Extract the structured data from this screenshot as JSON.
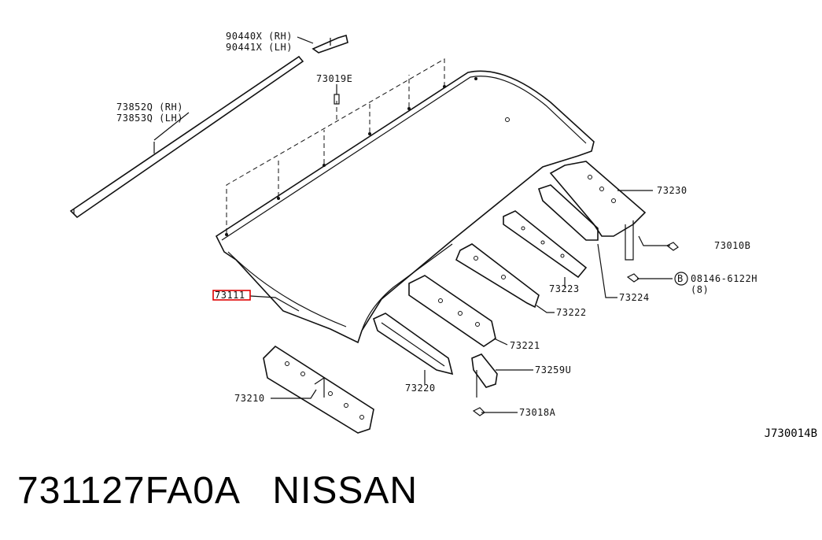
{
  "labels": {
    "p90440x": "90440X (RH)",
    "p90441x": "90441X (LH)",
    "p73019e": "73019E",
    "p73852q": "73852Q (RH)",
    "p73853q": "73853Q (LH)",
    "p73111": "73111",
    "p73230": "73230",
    "p73010b": "73010B",
    "p08146_circle": "B",
    "p08146": "08146-6122H",
    "p08146_qty": "(8)",
    "p73223": "73223",
    "p73224": "73224",
    "p73222": "73222",
    "p73221": "73221",
    "p73259u": "73259U",
    "p73220": "73220",
    "p73210": "73210",
    "p73018a": "73018A"
  },
  "diagram_code": "J730014B",
  "footer": {
    "part_number": "731127FA0A",
    "brand": "NISSAN"
  },
  "colors": {
    "line": "#111111",
    "highlight": "#e00000",
    "background": "#ffffff"
  }
}
